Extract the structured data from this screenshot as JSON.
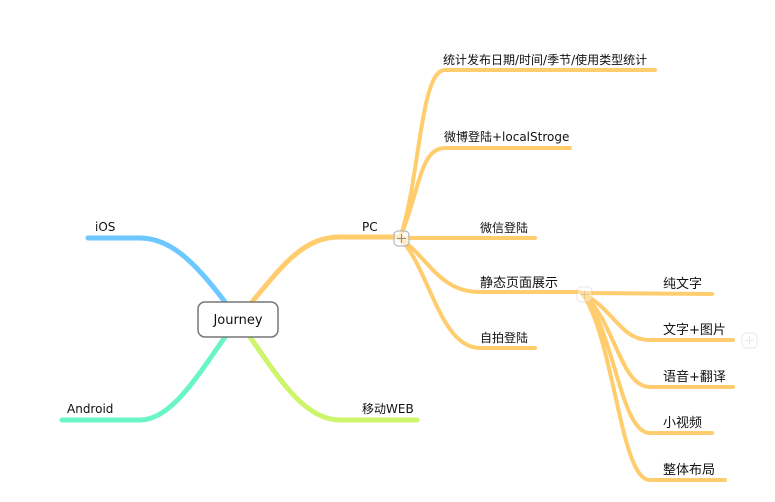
{
  "root": {
    "label": "Journey"
  },
  "colors": {
    "ios": "#6cc8ff",
    "android": "#6af5c8",
    "web": "#ccf56a",
    "pc": "#ffcd6e"
  },
  "branches": {
    "ios": "iOS",
    "android": "Android",
    "web": "移动WEB",
    "pc": {
      "label": "PC",
      "children": [
        "统计发布日期/时间/季节/使用类型统计",
        "微博登陆+localStroge",
        "微信登陆",
        "静态页面展示",
        "自拍登陆"
      ],
      "static_children": [
        "纯文字",
        "文字+图片",
        "语音+翻译",
        "小视频",
        "整体布局"
      ]
    }
  }
}
